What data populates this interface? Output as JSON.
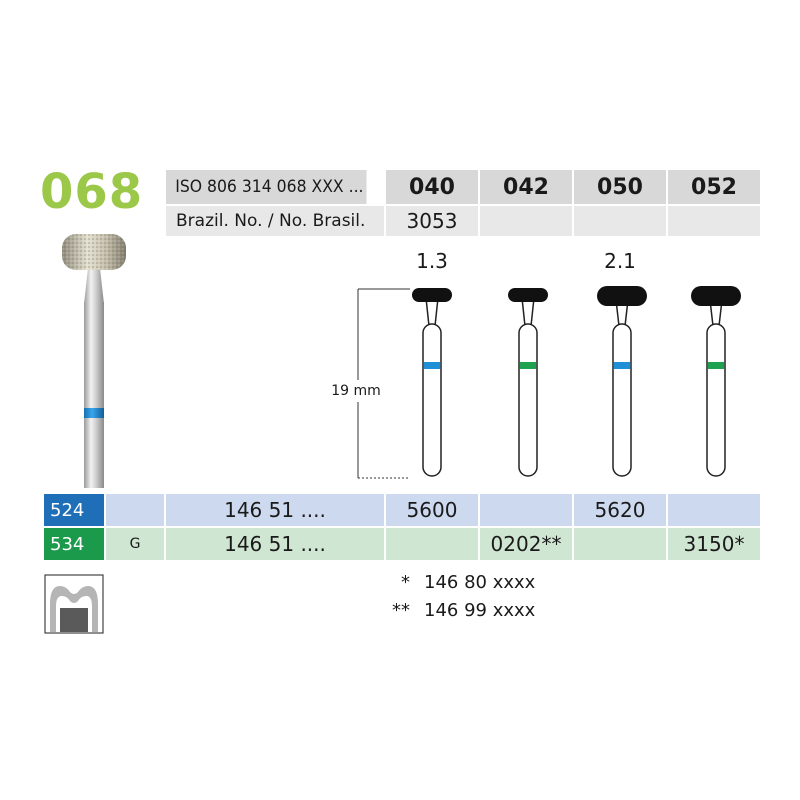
{
  "product_number": "068",
  "header": {
    "iso_label": "ISO 806 314 068 XXX ...",
    "sizes": [
      "040",
      "042",
      "050",
      "052"
    ],
    "brazil_label": "Brazil. No. / No. Brasil.",
    "brazil_values": [
      "3053",
      "",
      "",
      ""
    ]
  },
  "diameters": {
    "first": "1.3",
    "second": "2.1"
  },
  "dimension_label": "19 mm",
  "rows": [
    {
      "code": "524",
      "code_color": "#1f6fb8",
      "grit": "",
      "ref": "146 51 ....",
      "values": [
        "5600",
        "",
        "5620",
        ""
      ]
    },
    {
      "code": "534",
      "code_color": "#1a9a4a",
      "grit": "G",
      "ref": "146 51 ....",
      "values": [
        "",
        "0202**",
        "",
        "3150*"
      ]
    }
  ],
  "footnotes": [
    {
      "mark": "*",
      "text": "146 80 xxxx"
    },
    {
      "mark": "**",
      "text": "146 99 xxxx"
    }
  ],
  "colors": {
    "accent_green": "#9cc84a",
    "band_blue": "#1f8fd6",
    "band_green": "#1ea24f"
  }
}
